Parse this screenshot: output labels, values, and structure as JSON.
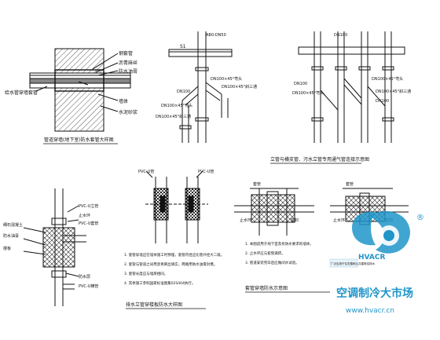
{
  "sheet": {
    "caption_wall": "管道穿墙(地下室)防水套管大样图",
    "caption_branch": "立管与横支管、污水立管专用通气管连接示意图",
    "caption_slab": "排水立管穿楼板防水大样图",
    "caption_sleeve": "套管穿墙防水示意图"
  },
  "wall_detail": {
    "label_pipe": "给水管穿墙套管",
    "label_sleeve": "钢套管",
    "label_filler_1": "沥青麻丝",
    "label_filler_2": "防水油膏",
    "label_wall": "墙体",
    "label_mortar": "水泥砂浆"
  },
  "branch_left": {
    "label_top": "AB0-DN50",
    "label_s": "S1",
    "dims": [
      "DN100×45°弯头",
      "DN100×45°斜三通",
      "DN100",
      "DN100×45°弯头",
      "DN100×45°斜三通"
    ]
  },
  "branch_right": {
    "label_top": "DN100",
    "dims": [
      "DN100×45°弯头",
      "DN100",
      "DN100×45°弯头",
      "DN100×45°斜三通",
      "DN100"
    ]
  },
  "slab_detail": {
    "labels": [
      "PVC-U立管",
      "止水环",
      "PVC-U套管",
      "细石混凝土",
      "防水油膏",
      "楼板",
      "防水层",
      "PVC-U横管"
    ]
  },
  "sleeve_detail": {
    "label_left": "PVC-U管",
    "label_right": "PVC-U管",
    "notes": [
      "1. 套管穿墙应在墙体施工时预埋，套管内径应比管外径大二级。",
      "2. 套管与管道之间用沥青麻丝填实，两端用防水油膏封堵。",
      "3. 套管长度应与墙厚相同。",
      "4. 其余施工参照国家标准图集02S404执行。"
    ],
    "a_notes": [
      "1. 本图适用于地下室及有防水要求的墙体。",
      "2. 止水环应与套管满焊。",
      "3. 管道安装完毕后应做闭水试验。"
    ],
    "labels_a": [
      "套管",
      "止水环",
      "密封"
    ],
    "labels_b": [
      "套管",
      "止水环",
      "密封"
    ]
  },
  "side_strip": {
    "text": "广泛应用于住宅楼和公共建筑给排水"
  },
  "watermark": {
    "brand_cn": "空调制冷大市场",
    "url": "www.hvacr.cn",
    "logo_text": "HVACR",
    "registered": "®",
    "color": "#1f95c9"
  }
}
